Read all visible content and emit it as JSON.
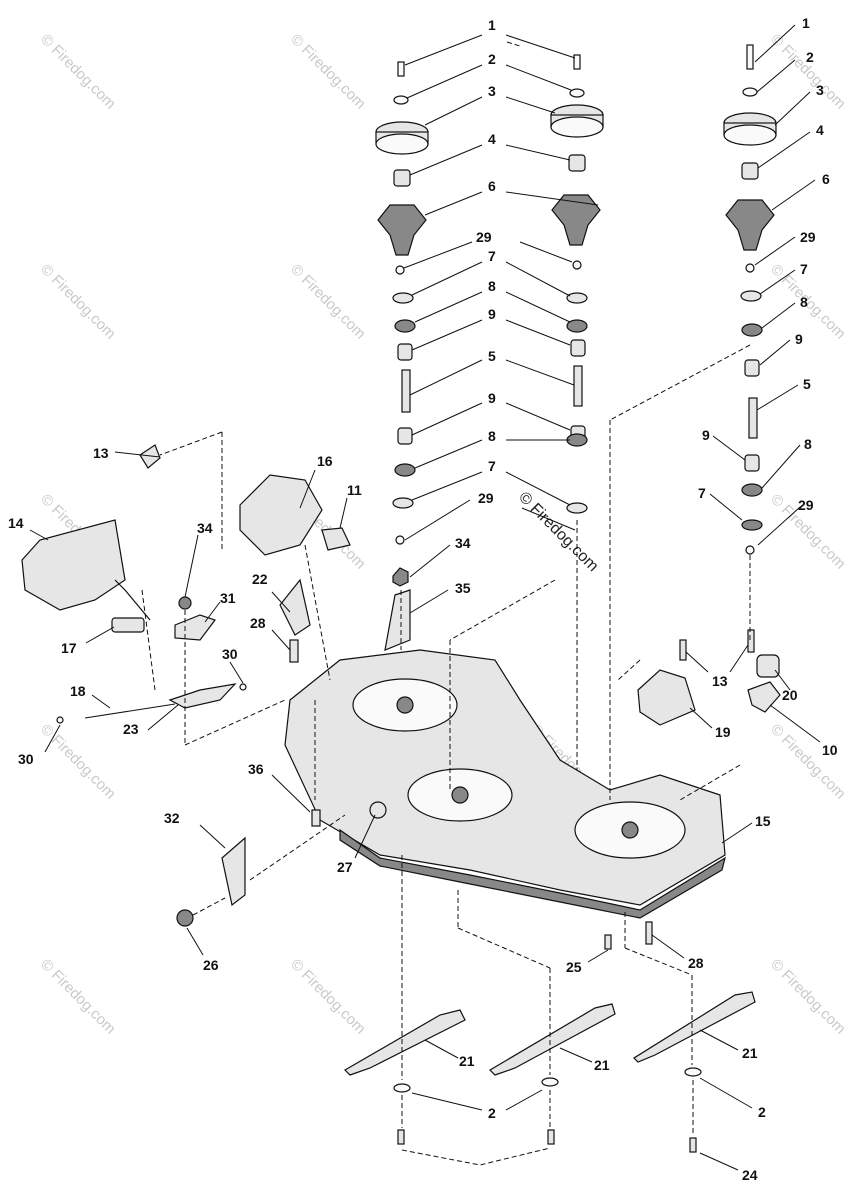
{
  "watermark": "© Firedog.com",
  "callouts": {
    "c1a": "1",
    "c1b": "1",
    "c2a": "2",
    "c2b": "2",
    "c3a": "3",
    "c3b": "3",
    "c4a": "4",
    "c4b": "4",
    "c6a": "6",
    "c6b": "6",
    "c29a": "29",
    "c29b": "29",
    "c7a": "7",
    "c7b": "7",
    "c8a": "8",
    "c8b": "8",
    "c9a": "9",
    "c9b": "9",
    "c5a": "5",
    "c5b": "5",
    "c9c": "9",
    "c9d": "9",
    "c8c": "8",
    "c8d": "8",
    "c7c": "7",
    "c7d": "7",
    "c29c": "29",
    "c29d": "29",
    "c34a": "34",
    "c35": "35",
    "c13a": "13",
    "c16": "16",
    "c11": "11",
    "c14": "14",
    "c34b": "34",
    "c22": "22",
    "c31": "31",
    "c28a": "28",
    "c17": "17",
    "c30a": "30",
    "c18": "18",
    "c30b": "30",
    "c23": "23",
    "c36": "36",
    "c32": "32",
    "c27": "27",
    "c26": "26",
    "c13b": "13",
    "c20": "20",
    "c19": "19",
    "c10": "10",
    "c15": "15",
    "c25": "25",
    "c28b": "28",
    "c21a": "21",
    "c21b": "21",
    "c21c": "21",
    "c2c": "2",
    "c2d": "2",
    "c24": "24"
  }
}
